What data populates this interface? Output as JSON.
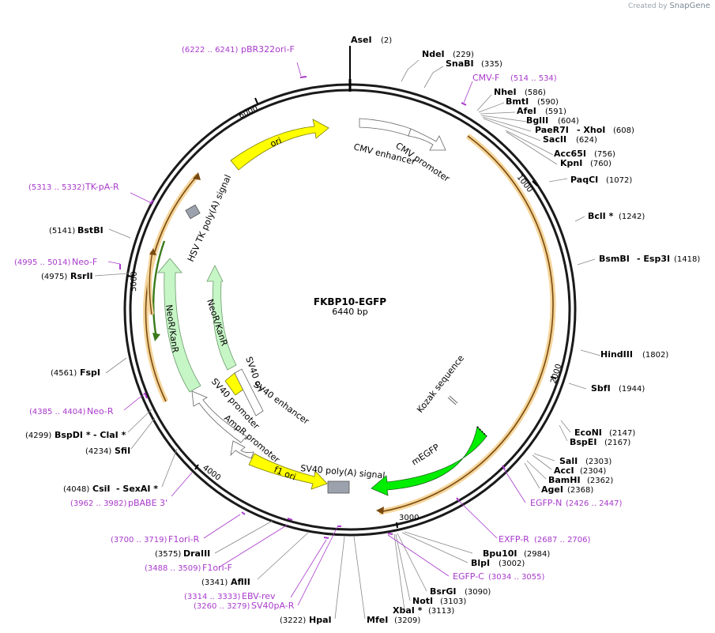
{
  "credit": {
    "prefix": "Created by",
    "brand": "SnapGene"
  },
  "plasmid": {
    "name": "FKBP10-EGFP",
    "size": "6440 bp"
  },
  "colors": {
    "ori": "#ffff00",
    "neo": "#c6f5c6",
    "mEGFP": "#00ee00",
    "orf": "#e8a435",
    "primer": "#a83acb"
  },
  "ticks": [
    "1000",
    "2000",
    "3000",
    "4000",
    "5000",
    "6000"
  ],
  "enzymes": [
    {
      "name": "AseI",
      "pos": "(2)"
    },
    {
      "name": "NdeI",
      "pos": "(229)"
    },
    {
      "name": "SnaBI",
      "pos": "(335)"
    },
    {
      "name": "NheI",
      "pos": "(586)"
    },
    {
      "name": "BmtI",
      "pos": "(590)"
    },
    {
      "name": "AfeI",
      "pos": "(591)"
    },
    {
      "name": "BglII",
      "pos": "(604)"
    },
    {
      "name": "PaeR7I",
      "pos": "- XhoI",
      "pos2": "(608)"
    },
    {
      "name": "SacII",
      "pos": "(624)"
    },
    {
      "name": "Acc65I",
      "pos": "(756)"
    },
    {
      "name": "KpnI",
      "pos": "(760)"
    },
    {
      "name": "PaqCI",
      "pos": "(1072)"
    },
    {
      "name": "BclI *",
      "pos": "(1242)"
    },
    {
      "name": "BsmBI",
      "pos": "- Esp3I",
      "pos2": "(1418)"
    },
    {
      "name": "HindIII",
      "pos": "(1802)"
    },
    {
      "name": "SbfI",
      "pos": "(1944)"
    },
    {
      "name": "EcoNI",
      "pos": "(2147)"
    },
    {
      "name": "BspEI",
      "pos": "(2167)"
    },
    {
      "name": "SalI",
      "pos": "(2303)"
    },
    {
      "name": "AccI",
      "pos": "(2304)"
    },
    {
      "name": "BamHI",
      "pos": "(2362)"
    },
    {
      "name": "AgeI",
      "pos": "(2368)"
    },
    {
      "name": "Bpu10I",
      "pos": "(2984)"
    },
    {
      "name": "BlpI",
      "pos": "(3002)"
    },
    {
      "name": "BsrGI",
      "pos": "(3090)"
    },
    {
      "name": "NotI",
      "pos": "(3103)"
    },
    {
      "name": "XbaI *",
      "pos": "(3113)"
    },
    {
      "name": "MfeI",
      "pos": "(3209)"
    },
    {
      "name": "HpaI",
      "pos": "(3222)"
    },
    {
      "name": "AflII",
      "pos": "(3341)"
    },
    {
      "name": "DraIII",
      "pos": "(3575)"
    },
    {
      "name": "CsiI",
      "pos": "- SexAI *",
      "pre": "(4048)"
    },
    {
      "name": "SfiI",
      "pre": "(4234)"
    },
    {
      "name": "BspDI *",
      "pos": "- ClaI *",
      "pre": "(4299)"
    },
    {
      "name": "FspI",
      "pre": "(4561)"
    },
    {
      "name": "RsrII",
      "pre": "(4975)"
    },
    {
      "name": "BstBI",
      "pre": "(5141)"
    }
  ],
  "primers": [
    {
      "name": "pBR322ori-F",
      "range": "(6222 .. 6241)"
    },
    {
      "name": "CMV-F",
      "range": "(514 .. 534)"
    },
    {
      "name": "TK-pA-R",
      "range": "(5313 .. 5332)"
    },
    {
      "name": "Neo-F",
      "range": "(4995 .. 5014)"
    },
    {
      "name": "Neo-R",
      "range": "(4385 .. 4404)"
    },
    {
      "name": "pBABE 3'",
      "range": "(3962 .. 3982)"
    },
    {
      "name": "F1ori-R",
      "range": "(3700 .. 3719)"
    },
    {
      "name": "F1ori-F",
      "range": "(3488 .. 3509)"
    },
    {
      "name": "EBV-rev",
      "range": "(3314 .. 3333)"
    },
    {
      "name": "SV40pA-R",
      "range": "(3260 .. 3279)"
    },
    {
      "name": "EGFP-N",
      "range": "(2426 .. 2447)"
    },
    {
      "name": "EXFP-R",
      "range": "(2687 .. 2706)"
    },
    {
      "name": "EGFP-C",
      "range": "(3034 .. 3055)"
    }
  ],
  "features": {
    "ori": "ori",
    "cmv_enhancer": "CMV enhancer",
    "cmv_promoter": "CMV promoter",
    "hsv_tk": "HSV TK poly(A) signal",
    "neor_outer": "NeoR/KanR",
    "neor_inner": "NeoR/KanR",
    "sv40_ori": "SV40 ori",
    "sv40_enhancer": "SV40 enhancer",
    "sv40_promoter": "SV40 promoter",
    "ampr_promoter": "AmpR promoter",
    "f1_ori": "f1 ori",
    "sv40_pa": "SV40 poly(A) signal",
    "megfp": "mEGFP",
    "kozak": "Kozak sequence"
  }
}
